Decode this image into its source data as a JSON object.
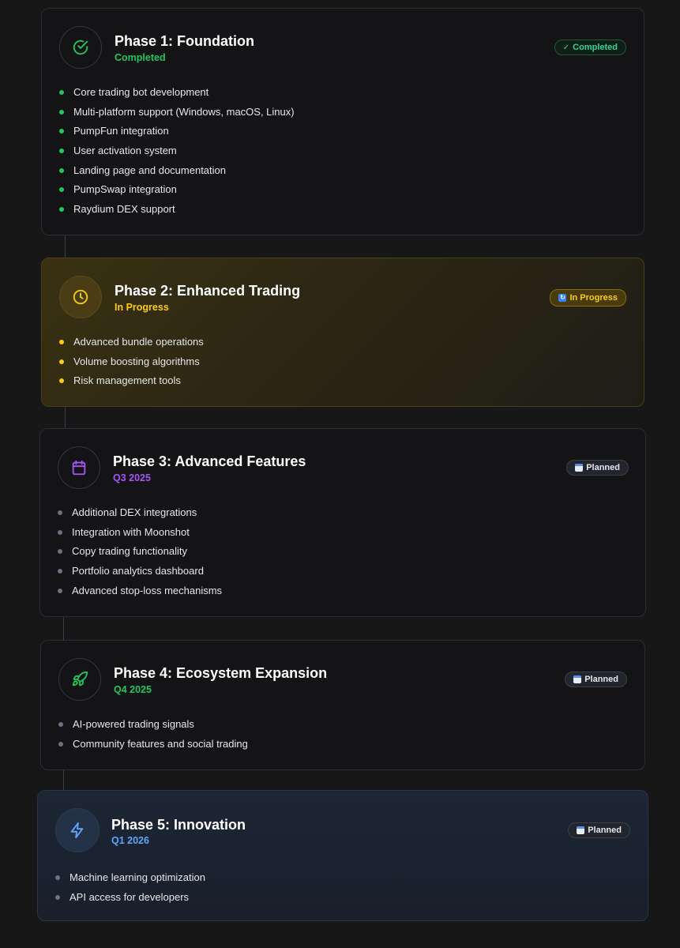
{
  "phases": [
    {
      "title": "Phase 1: Foundation",
      "subtitle": "Completed",
      "badge": "Completed",
      "badge_glyph": "✓",
      "icon": "check-circle-icon",
      "accent": "#22c55e",
      "items": [
        "Core trading bot development",
        "Multi-platform support (Windows, macOS, Linux)",
        "PumpFun integration",
        "User activation system",
        "Landing page and documentation",
        "PumpSwap integration",
        "Raydium DEX support"
      ]
    },
    {
      "title": "Phase 2: Enhanced Trading",
      "subtitle": "In Progress",
      "badge": "In Progress",
      "icon": "clock-icon",
      "accent": "#facc15",
      "items": [
        "Advanced bundle operations",
        "Volume boosting algorithms",
        "Risk management tools"
      ]
    },
    {
      "title": "Phase 3: Advanced Features",
      "subtitle": "Q3 2025",
      "badge": "Planned",
      "icon": "calendar-icon",
      "accent": "#a855f7",
      "items": [
        "Additional DEX integrations",
        "Integration with Moonshot",
        "Copy trading functionality",
        "Portfolio analytics dashboard",
        "Advanced stop-loss mechanisms"
      ]
    },
    {
      "title": "Phase 4: Ecosystem Expansion",
      "subtitle": "Q4 2025",
      "badge": "Planned",
      "icon": "rocket-icon",
      "accent": "#22c55e",
      "items": [
        "AI-powered trading signals",
        "Community features and social trading"
      ]
    },
    {
      "title": "Phase 5: Innovation",
      "subtitle": "Q1 2026",
      "badge": "Planned",
      "icon": "lightning-icon",
      "accent": "#60a5fa",
      "items": [
        "Machine learning optimization",
        "API access for developers"
      ]
    }
  ]
}
